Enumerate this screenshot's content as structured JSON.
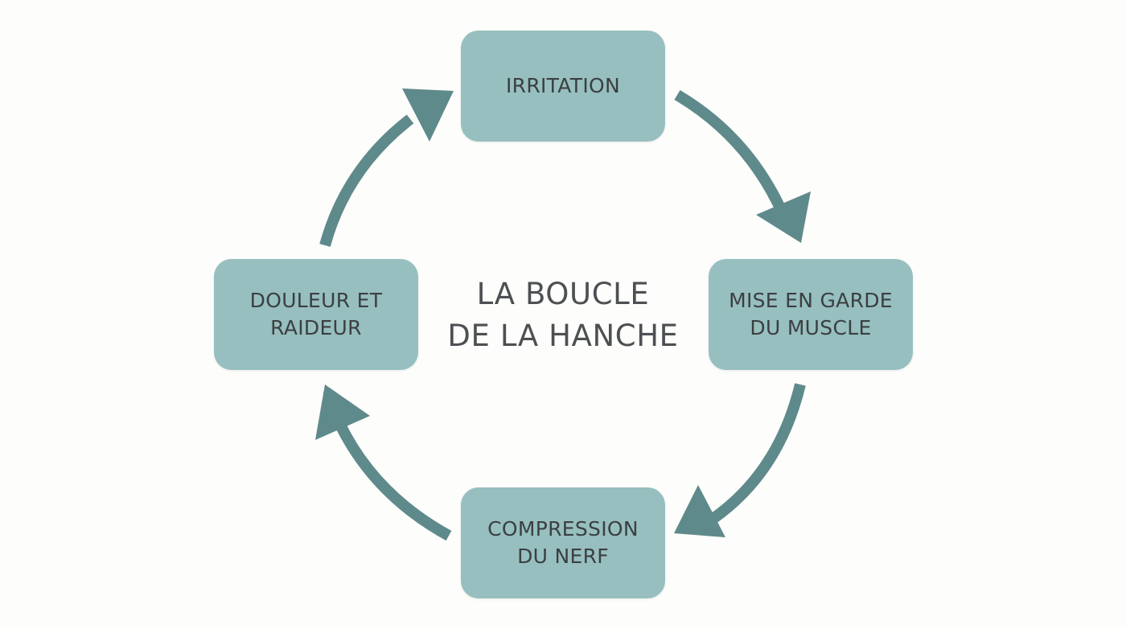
{
  "diagram": {
    "title": "LA BOUCLE\nDE LA HANCHE",
    "nodes": {
      "top": "IRRITATION",
      "right": "MISE EN GARDE\nDU MUSCLE",
      "bottom": "COMPRESSION\nDU NERF",
      "left": "DOULEUR ET\nRAIDEUR"
    },
    "colors": {
      "node_fill": "#97bfbf",
      "arrow": "#5f8a8b",
      "text": "#3b3f42",
      "background": "#fdfdfb"
    }
  }
}
